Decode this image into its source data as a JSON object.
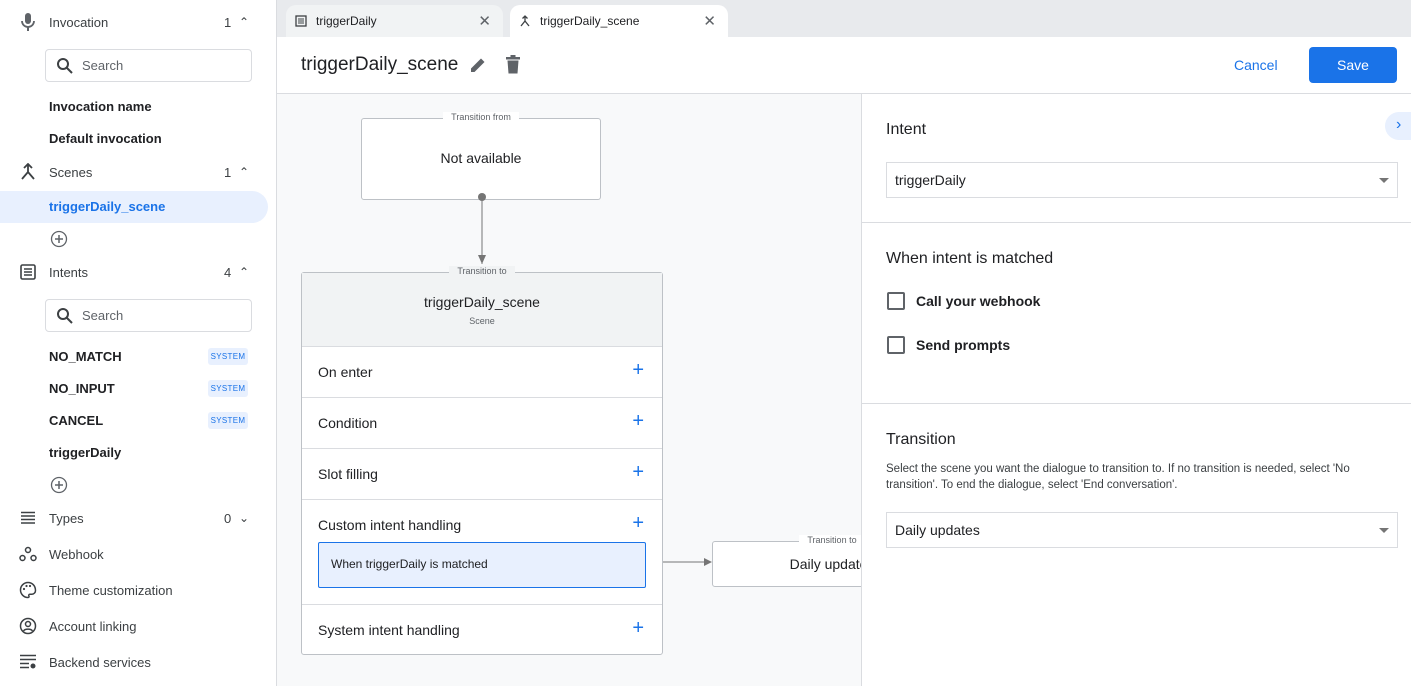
{
  "sidebar": {
    "invocation": {
      "label": "Invocation",
      "count": "1",
      "icon": "mic-icon",
      "search_placeholder": "Search",
      "items": [
        "Invocation name",
        "Default invocation"
      ]
    },
    "scenes": {
      "label": "Scenes",
      "count": "1",
      "icon": "merge-icon",
      "items": [
        "triggerDaily_scene"
      ]
    },
    "intents": {
      "label": "Intents",
      "count": "4",
      "icon": "list-icon",
      "search_placeholder": "Search",
      "items": [
        {
          "name": "NO_MATCH",
          "badge": "SYSTEM"
        },
        {
          "name": "NO_INPUT",
          "badge": "SYSTEM"
        },
        {
          "name": "CANCEL",
          "badge": "SYSTEM"
        },
        {
          "name": "triggerDaily",
          "badge": ""
        }
      ]
    },
    "types": {
      "label": "Types",
      "count": "0"
    },
    "links": [
      "Webhook",
      "Theme customization",
      "Account linking",
      "Backend services"
    ]
  },
  "tabs": [
    {
      "label": "triggerDaily",
      "icon": "list-icon"
    },
    {
      "label": "triggerDaily_scene",
      "icon": "merge-icon",
      "active": true
    }
  ],
  "header": {
    "title": "triggerDaily_scene",
    "cancel": "Cancel",
    "save": "Save",
    "accent": "#1a73e8"
  },
  "canvas": {
    "from_node": {
      "legend": "Transition from",
      "text": "Not available"
    },
    "scene_node": {
      "legend": "Transition to",
      "title": "triggerDaily_scene",
      "subtitle": "Scene",
      "rows": [
        "On enter",
        "Condition",
        "Slot filling",
        "Custom intent handling",
        "System intent handling"
      ],
      "handler": "When triggerDaily is matched"
    },
    "target_node": {
      "legend": "Transition to",
      "text": "Daily updates"
    }
  },
  "panel": {
    "intent_title": "Intent",
    "intent_value": "triggerDaily",
    "matched_title": "When intent is matched",
    "checkboxes": [
      {
        "label": "Call your webhook",
        "checked": false
      },
      {
        "label": "Send prompts",
        "checked": false
      }
    ],
    "transition_title": "Transition",
    "transition_desc": "Select the scene you want the dialogue to transition to. If no transition is needed, select 'No transition'. To end the dialogue, select 'End conversation'.",
    "transition_value": "Daily updates"
  }
}
